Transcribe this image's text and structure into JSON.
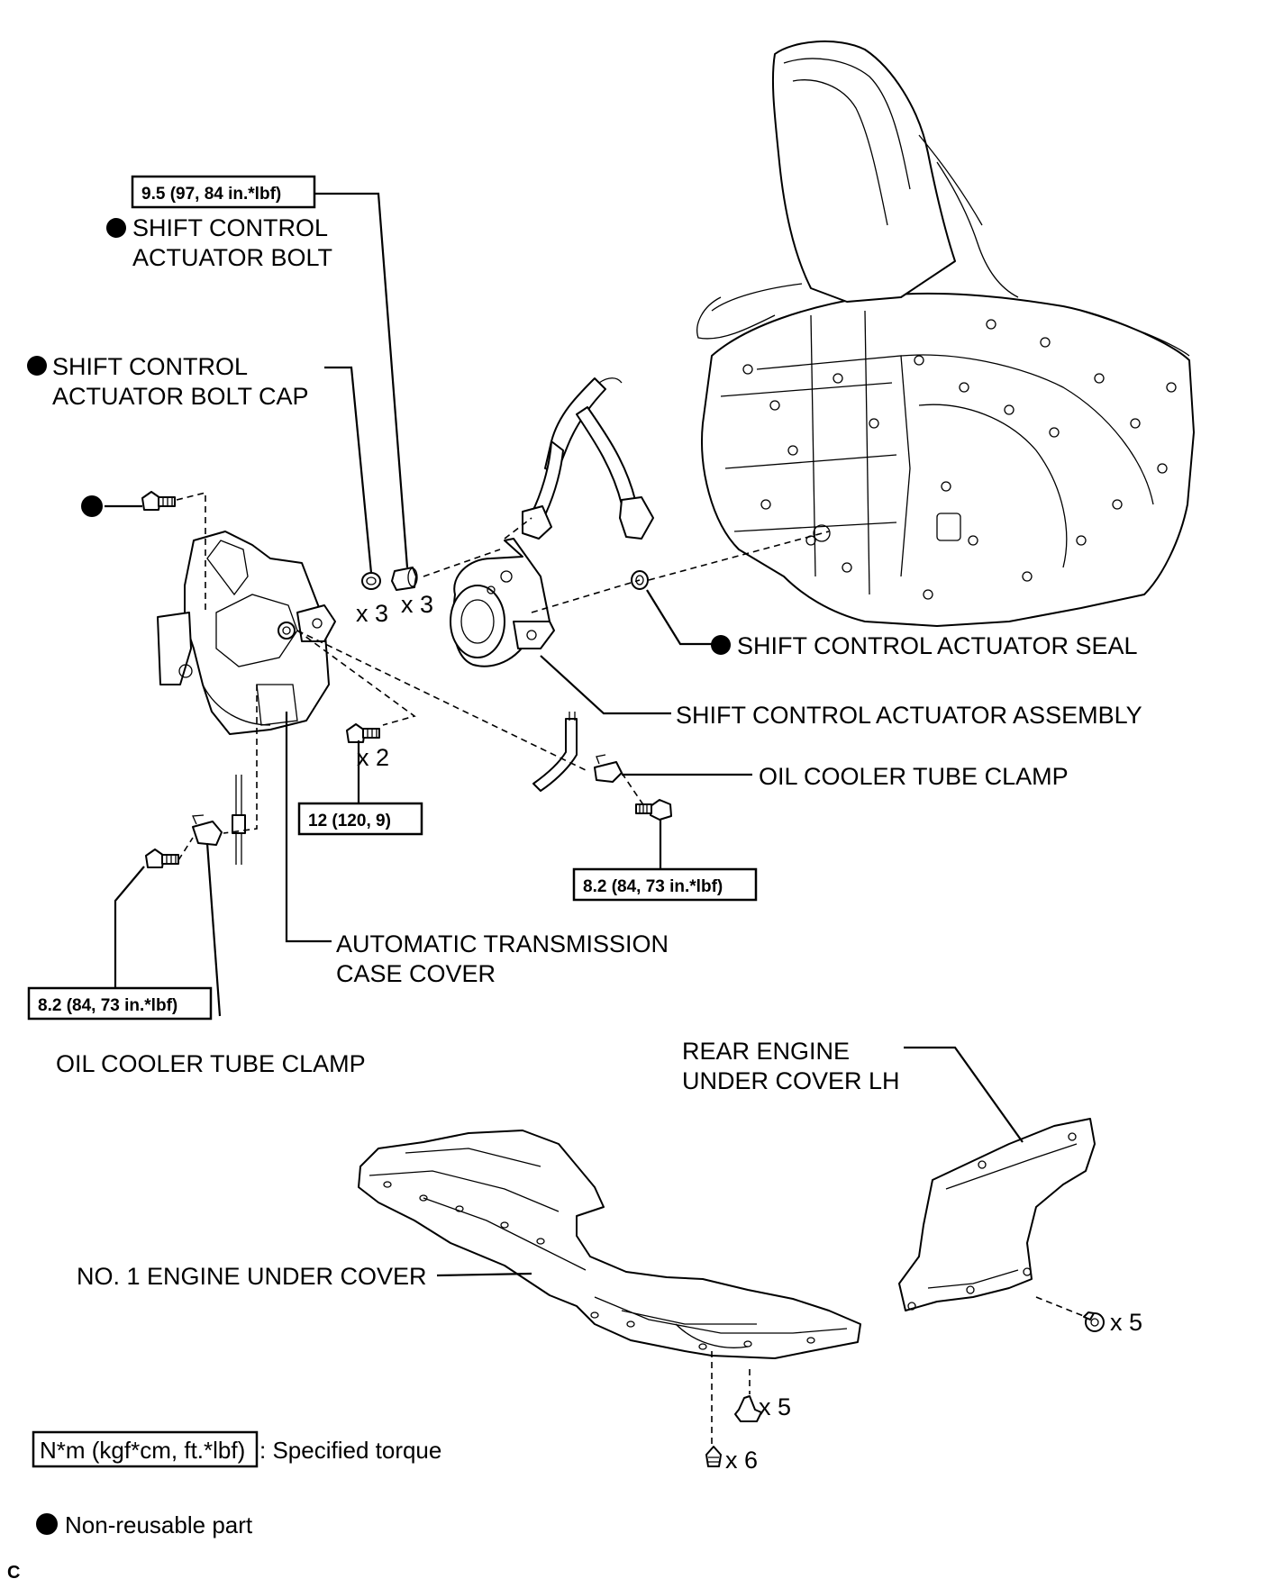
{
  "labels": {
    "shift_control_actuator_bolt_l1": "SHIFT CONTROL",
    "shift_control_actuator_bolt_l2": "ACTUATOR BOLT",
    "shift_control_actuator_bolt_cap_l1": "SHIFT CONTROL",
    "shift_control_actuator_bolt_cap_l2": "ACTUATOR BOLT CAP",
    "shift_control_actuator_seal": "SHIFT CONTROL ACTUATOR SEAL",
    "shift_control_actuator_assembly": "SHIFT CONTROL ACTUATOR ASSEMBLY",
    "oil_cooler_tube_clamp_right": "OIL COOLER TUBE CLAMP",
    "automatic_transmission_case_cover_l1": "AUTOMATIC TRANSMISSION",
    "automatic_transmission_case_cover_l2": "CASE COVER",
    "oil_cooler_tube_clamp_left": "OIL COOLER TUBE CLAMP",
    "rear_engine_under_cover_lh_l1": "REAR ENGINE",
    "rear_engine_under_cover_lh_l2": "UNDER COVER LH",
    "no1_engine_under_cover": "NO. 1 ENGINE UNDER COVER"
  },
  "torques": {
    "actuator_bolt": "9.5 (97, 84 in.*lbf)",
    "case_cover_bolt": "12 (120, 9)",
    "clamp_bolt_right": "8.2 (84, 73 in.*lbf)",
    "clamp_bolt_left": "8.2 (84, 73 in.*lbf)"
  },
  "quantities": {
    "bolt_cap": "x 3",
    "actuator_bolt": "x 3",
    "case_cover_bolt": "x 2",
    "rear_cover_bolt": "x 5",
    "under_cover_clip": "x 5",
    "under_cover_screw": "x 6"
  },
  "legend": {
    "torque_box": "N*m (kgf*cm, ft.*lbf)",
    "torque_text": ": Specified torque",
    "non_reusable_text": "Non-reusable part"
  },
  "corner_code": "C"
}
